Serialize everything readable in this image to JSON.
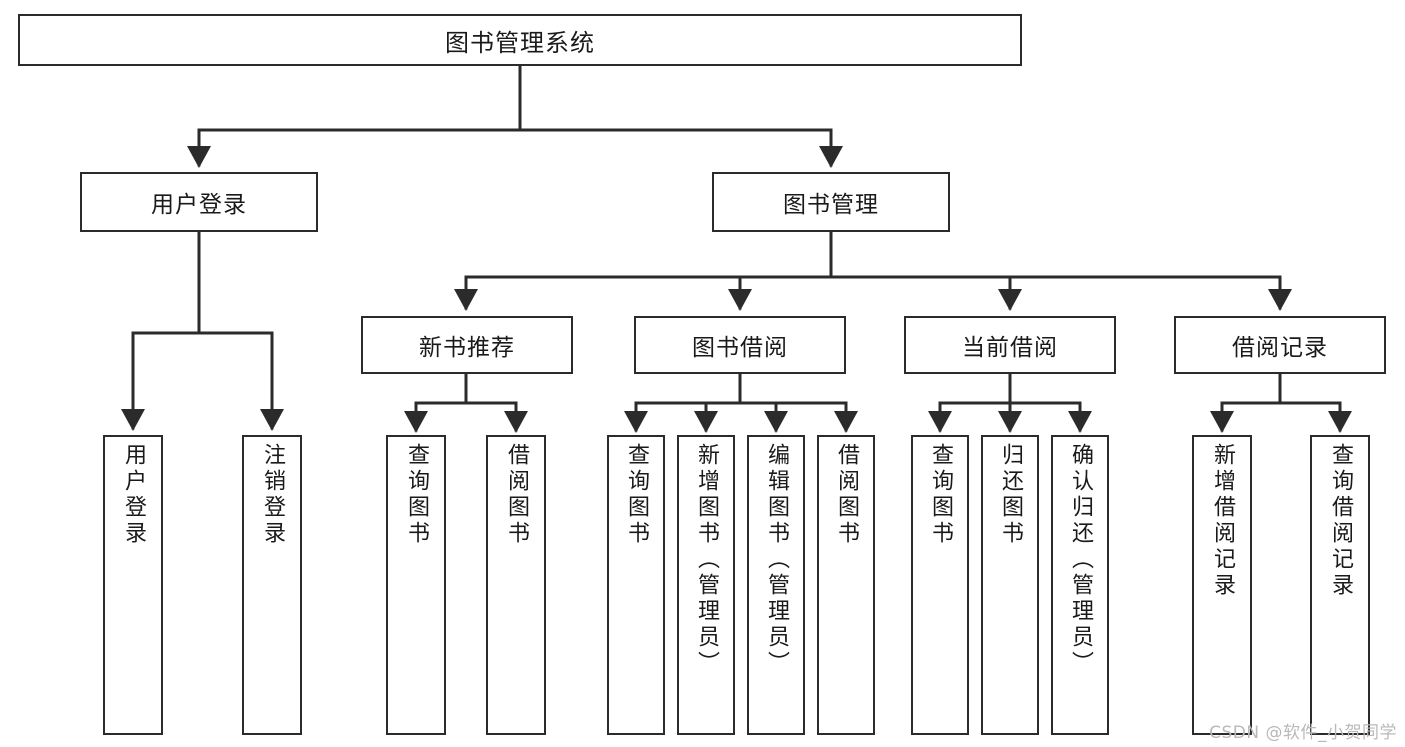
{
  "diagram": {
    "type": "tree",
    "title": "图书管理系统",
    "watermark": "CSDN @软件_小贺同学",
    "colors": {
      "box_border": "#2b2b2b",
      "box_fill": "#ffffff",
      "edge": "#2b2b2b",
      "text": "#1a1a1a",
      "watermark": "#b9b9b9"
    },
    "root": {
      "label": "图书管理系统"
    },
    "level2": [
      {
        "id": "user-login",
        "label": "用户登录"
      },
      {
        "id": "book-manage",
        "label": "图书管理"
      }
    ],
    "level3": [
      {
        "id": "new-book-rec",
        "label": "新书推荐"
      },
      {
        "id": "book-borrow",
        "label": "图书借阅"
      },
      {
        "id": "current-borrow",
        "label": "当前借阅"
      },
      {
        "id": "borrow-record",
        "label": "借阅记录"
      }
    ],
    "leaves": {
      "user-login": [
        {
          "id": "leaf-user-login",
          "label": "用户登录"
        },
        {
          "id": "leaf-logout",
          "label": "注销登录"
        }
      ],
      "new-book-rec": [
        {
          "id": "leaf-query-book-1",
          "label": "查询图书"
        },
        {
          "id": "leaf-borrow-book-1",
          "label": "借阅图书"
        }
      ],
      "book-borrow": [
        {
          "id": "leaf-query-book-2",
          "label": "查询图书"
        },
        {
          "id": "leaf-add-book",
          "label": "新增图书（管理员）"
        },
        {
          "id": "leaf-edit-book",
          "label": "编辑图书（管理员）"
        },
        {
          "id": "leaf-borrow-book-2",
          "label": "借阅图书"
        }
      ],
      "current-borrow": [
        {
          "id": "leaf-query-book-3",
          "label": "查询图书"
        },
        {
          "id": "leaf-return-book",
          "label": "归还图书"
        },
        {
          "id": "leaf-confirm-return",
          "label": "确认归还（管理员）"
        }
      ],
      "borrow-record": [
        {
          "id": "leaf-add-record",
          "label": "新增借阅记录"
        },
        {
          "id": "leaf-query-record",
          "label": "查询借阅记录"
        }
      ]
    }
  }
}
